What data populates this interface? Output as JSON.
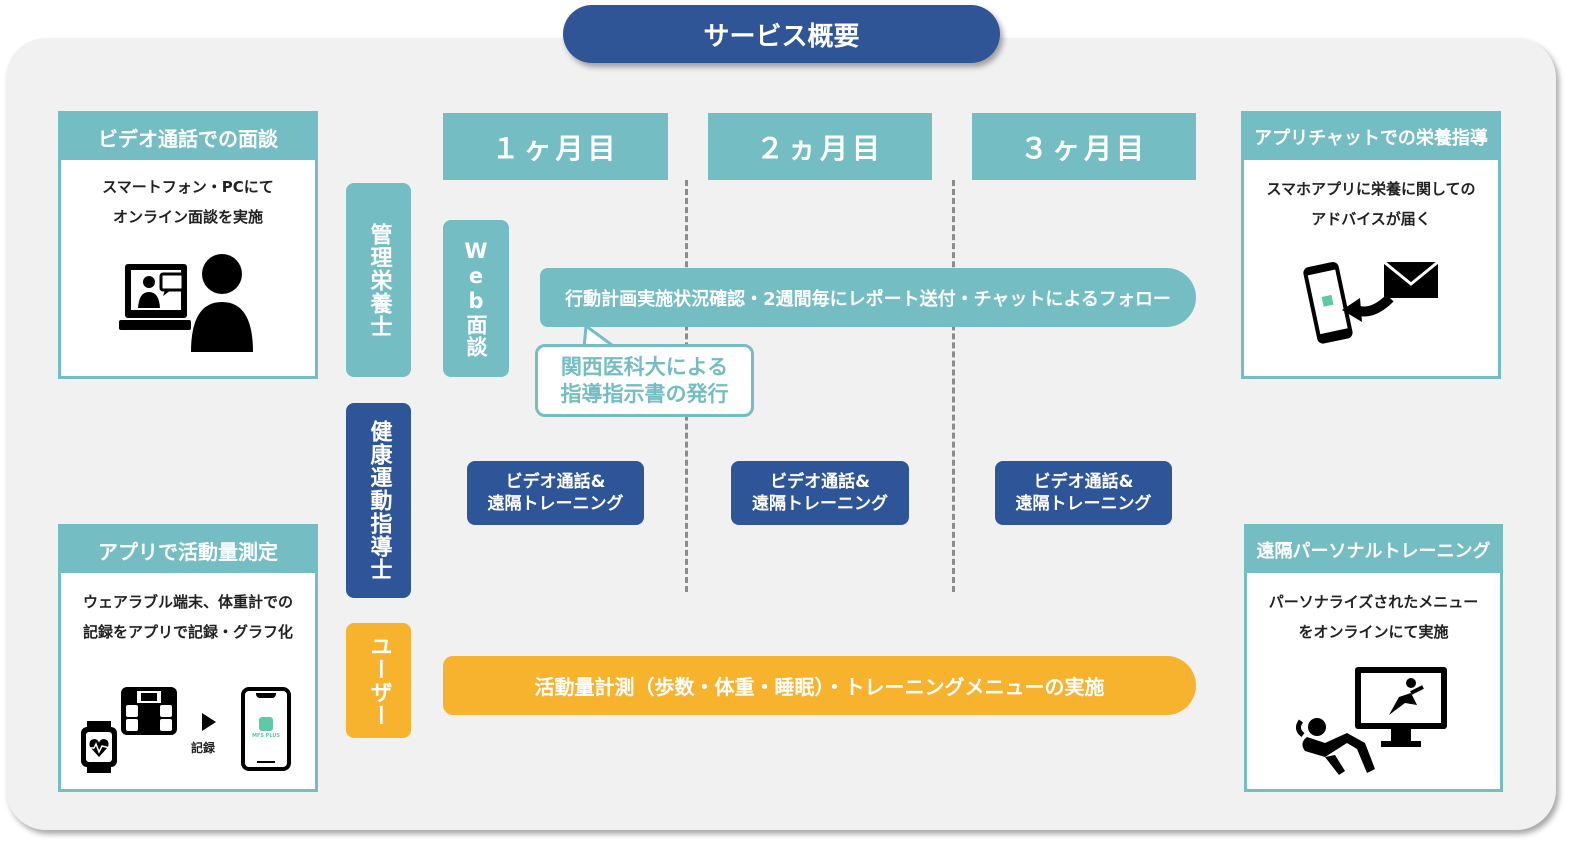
{
  "title": "サービス概要",
  "months": [
    "１ヶ月目",
    "２ヵ月目",
    "３ヶ月目"
  ],
  "roles": {
    "dietitian": "管理栄養士",
    "trainer": "健康運動指導士",
    "user": "ユーザー"
  },
  "web_interview": "Web面談",
  "dietitian_band": "行動計画実施状況確認・2週間毎にレポート送付・チャットによるフォロー",
  "callout": {
    "line1": "関西医科大による",
    "line2": "指導指示書の発行"
  },
  "training": {
    "line1": "ビデオ通話&",
    "line2": "遠隔トレーニング"
  },
  "user_band": "活動量計測（歩数・体重・睡眠）・トレーニングメニューの実施",
  "cards": {
    "video_call": {
      "title": "ビデオ通話での面談",
      "line1": "スマートフォン・PCにて",
      "line2": "オンライン面談を実施"
    },
    "activity": {
      "title": "アプリで活動量測定",
      "line1": "ウェアラブル端末、体重計での",
      "line2": "記録をアプリで記録・グラフ化",
      "record_label": "記録",
      "app_label": "MFS PLUS"
    },
    "chat": {
      "title": "アプリチャットでの栄養指導",
      "line1": "スマホアプリに栄養に関しての",
      "line2": "アドバイスが届く"
    },
    "remote_training": {
      "title": "遠隔パーソナルトレーニング",
      "line1": "パーソナライズされたメニュー",
      "line2": "をオンラインにて実施"
    }
  },
  "colors": {
    "navy": "#2e5597",
    "teal": "#74bec3",
    "orange": "#f7b22e",
    "panel": "#f1f1f2"
  },
  "icons": [
    "video-call-person-icon",
    "scale-icon",
    "smartwatch-heart-icon",
    "smartphone-app-icon",
    "phone-mail-icon",
    "monitor-exercise-icon",
    "stretching-person-icon"
  ]
}
